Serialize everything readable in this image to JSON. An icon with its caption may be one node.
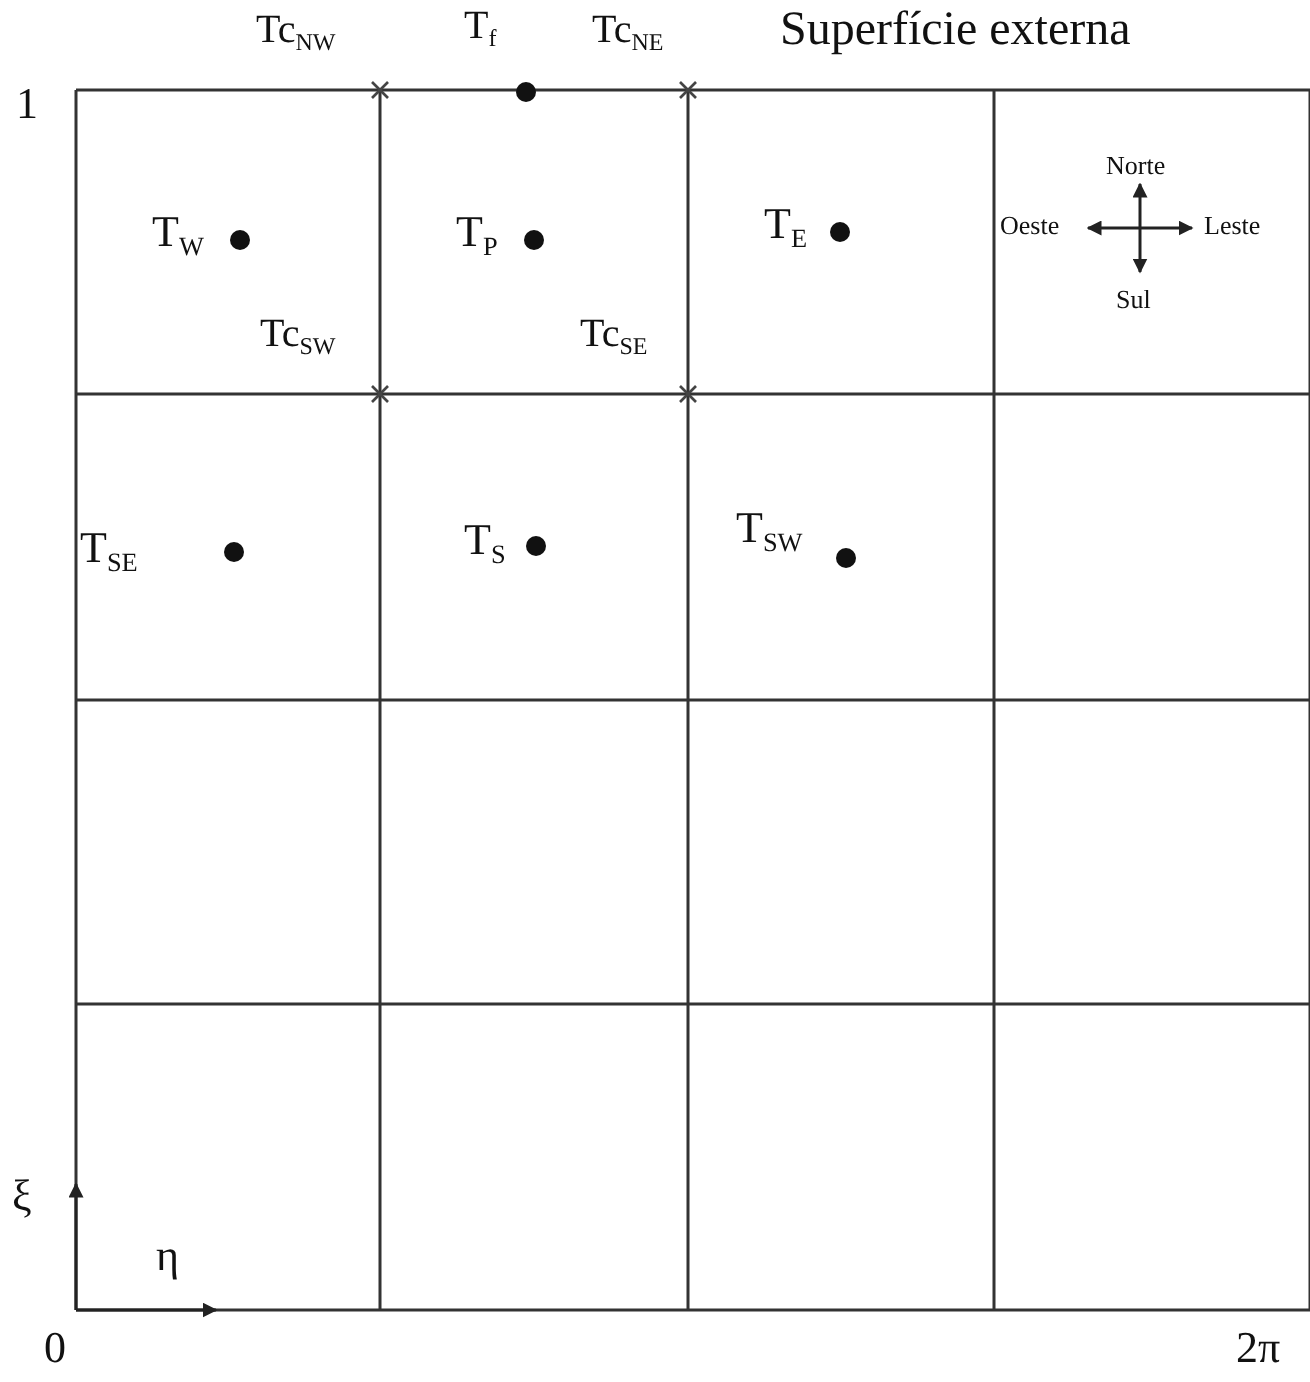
{
  "diagram": {
    "labels": [
      "Tc$_{NW}$",
      "T$_{f}$",
      "Tc$_{NE}$",
      "Superfície externa",
      "1",
      "Norte",
      "T$_{W}$",
      "T$_{P}$",
      "T$_{E}$",
      "Oeste",
      "Leste",
      "Sul",
      "Tc$_{SW}$",
      "Tc$_{SE}$",
      "T$_{SE}$",
      "T$_{S}$",
      "T$_{SW}$",
      "ξ",
      "η",
      "0",
      "2π"
    ]
  }
}
